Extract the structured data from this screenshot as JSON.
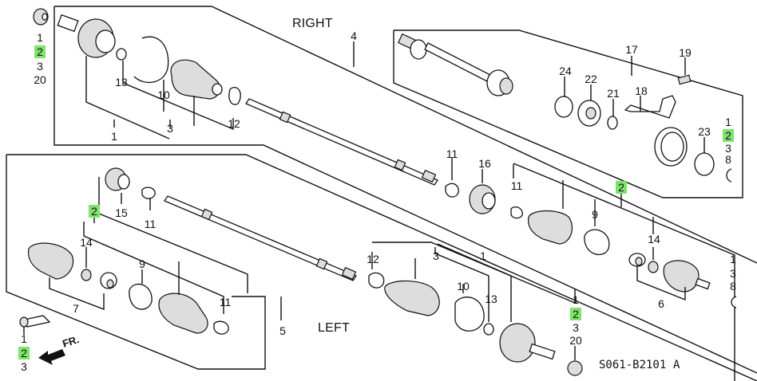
{
  "diagram": {
    "right_label": "RIGHT",
    "left_label": "LEFT",
    "front_arrow_label": "FR.",
    "drawing_code": "S061-B2101",
    "drawing_rev": "A",
    "highlight_color": "#7ee36b",
    "callouts": {
      "tl_stack": [
        "1",
        "2",
        "3",
        "20"
      ],
      "r_outer_1": "1",
      "r_outer_3": "3",
      "r_outer_13": "13",
      "r_outer_10": "10",
      "r_outer_12": "12",
      "r_shaft_4": "4",
      "r_inter_17": "17",
      "r_inter_19": "19",
      "r_inter_24": "24",
      "r_inter_22": "22",
      "r_inter_21": "21",
      "r_inter_18": "18",
      "r_inter_23": "23",
      "r_stack": [
        "1",
        "2",
        "3",
        "8"
      ],
      "r_inner_11a": "11",
      "r_inner_16": "16",
      "r_inner_11b": "11",
      "r_inner_9": "9",
      "r_inner_2": "2",
      "r_inner_14": "14",
      "r_inner_6": "6",
      "r_inner_stack": [
        "1",
        "3",
        "8"
      ],
      "l_inner_2": "2",
      "l_inner_15": "15",
      "l_inner_11a": "11",
      "l_inner_14": "14",
      "l_inner_9": "9",
      "l_inner_7": "7",
      "l_inner_11b": "11",
      "l_bl_stack": [
        "1",
        "2",
        "3"
      ],
      "l_shaft_5": "5",
      "l_outer_12": "12",
      "l_outer_3": "3",
      "l_outer_1": "1",
      "l_outer_10": "10",
      "l_outer_13": "13",
      "l_br_stack": [
        "1",
        "2",
        "3",
        "20"
      ]
    }
  }
}
